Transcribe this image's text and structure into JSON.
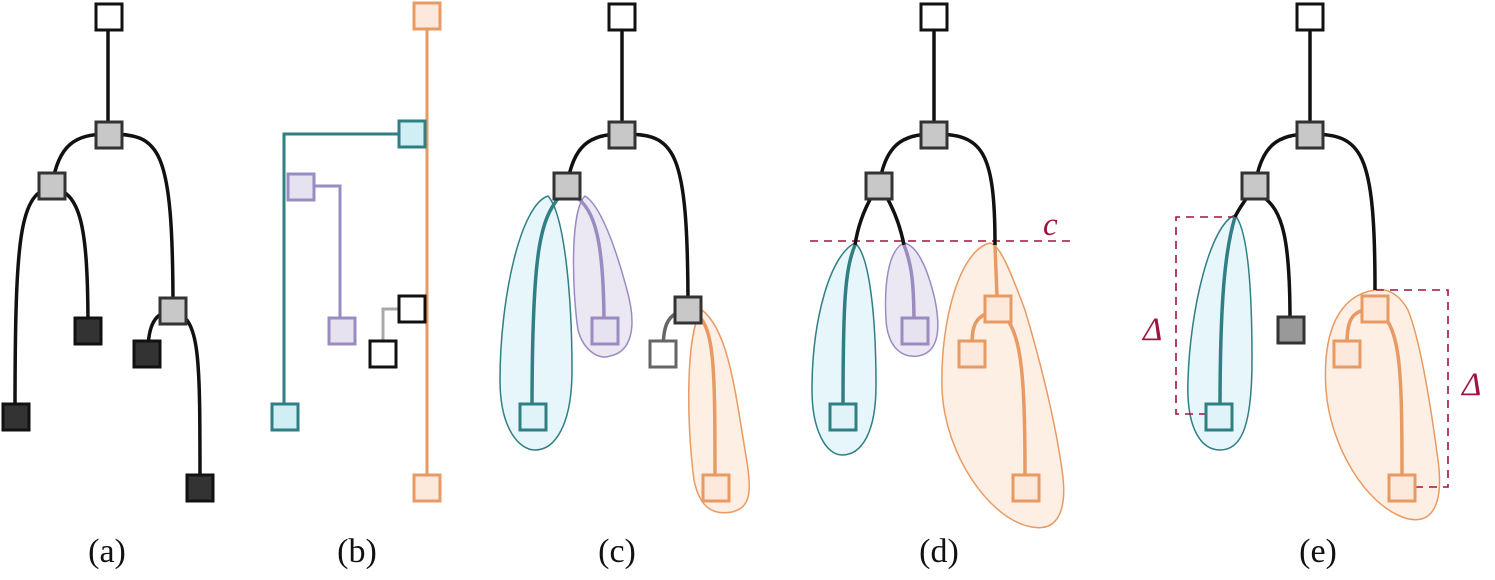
{
  "panels": [
    {
      "label": "(a)"
    },
    {
      "label": "(b)"
    },
    {
      "label": "(c)"
    },
    {
      "label": "(d)"
    },
    {
      "label": "(e)"
    }
  ],
  "annotations": {
    "cut_label": "c",
    "delta_left": "Δ",
    "delta_right": "Δ"
  },
  "colors": {
    "teal": "#2f7f84",
    "teal_fill": "#dff3f8",
    "purple": "#9a8cc0",
    "purple_fill": "#e7e2f0",
    "orange": "#e89a63",
    "orange_fill": "#fde9dc",
    "gray": "#c8c8c8",
    "dark": "#333333",
    "crimson": "#a0133c"
  }
}
